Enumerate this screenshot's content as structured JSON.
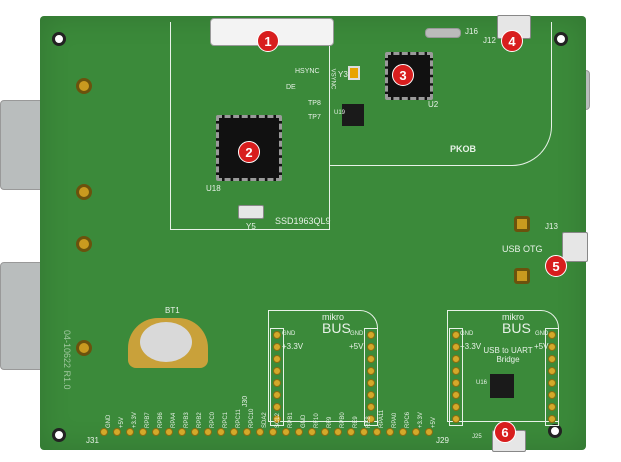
{
  "callouts": [
    "1",
    "2",
    "3",
    "4",
    "5",
    "6"
  ],
  "labels": {
    "controller": "SSD1963QL9",
    "pkob": "PKOB",
    "usb_otg": "USB OTG",
    "j13": "J13",
    "j12": "J12",
    "j16": "J16",
    "j31": "J31",
    "j29": "J29",
    "j25": "J25",
    "j30": "J30",
    "bt1": "BT1",
    "u18": "U18",
    "y5": "Y5",
    "y3": "Y3",
    "u2": "U2",
    "u19": "U19",
    "u16": "U16",
    "hsync": "HSYNC",
    "de": "DE",
    "tp7": "TP7",
    "tp8": "TP8",
    "vsync": "VSYNC",
    "board_id": "04-10622 R1.0"
  },
  "mikrobus": [
    {
      "logo_top": "mikro",
      "logo_bottom": "BUS",
      "gnd_l": "GND",
      "gnd_r": "GND",
      "v33": "+3.3V",
      "v5": "+5V",
      "title": ""
    },
    {
      "logo_top": "mikro",
      "logo_bottom": "BUS",
      "gnd_l": "GND",
      "gnd_r": "GND",
      "v33": "+3.3V",
      "v5": "+5V",
      "title": "USB to UART Bridge"
    }
  ],
  "bottom_pins": [
    "GND",
    "+5V",
    "+3.3V",
    "RPB7",
    "RPB6",
    "RPA4",
    "RPB3",
    "RPB2",
    "RPC0",
    "RPC1",
    "RPC11",
    "RPC10",
    "SDA2",
    "SCL2",
    "RPB1",
    "GND",
    "RF10",
    "RF9",
    "RPB0",
    "RE9",
    "RE8",
    "RPA11",
    "RPA0",
    "RPC6",
    "+3.3V",
    "+5V"
  ],
  "colors": {
    "board": "#3b8a3a",
    "callout": "#d81e1e",
    "silk": "#e8f2e8"
  }
}
